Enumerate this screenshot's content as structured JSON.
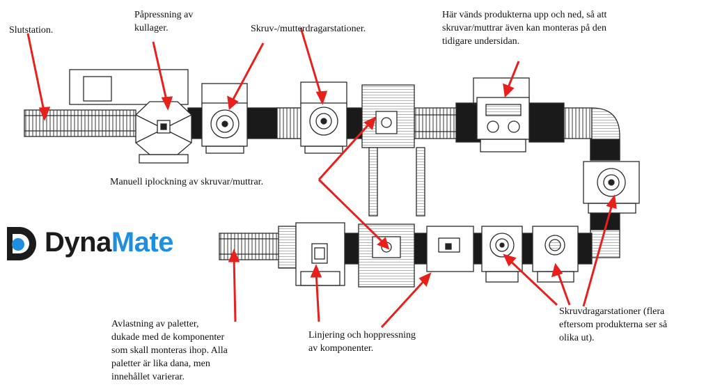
{
  "logo": {
    "part1": "Dyna",
    "part2": "Mate",
    "color_dark": "#1b1b1b",
    "color_accent": "#1f8ee0"
  },
  "labels": {
    "slutstation": "Slutstation.",
    "papressning": "Påpressning av\nkullager.",
    "skruv_mutter": "Skruv-/mutterdragarstationer.",
    "vands": "Här vänds produkterna upp och ned, så att\nskruvar/muttrar även kan monteras på den\ntidigare undersidan.",
    "manuell": "Manuell iplockning av skruvar/muttrar.",
    "avlastning": "Avlastning av paletter,\ndukade med de komponenter\nsom skall monteras ihop. Alla\npaletter är lika dana, men\ninnehållet varierar.",
    "linjering": "Linjering och hoppressning\nav komponenter.",
    "skruvdragar": "Skruvdragarstationer (flera\neftersom produkterna ser så\nolika ut)."
  },
  "colors": {
    "arrow": "#e8201c",
    "line": "#2a2a2a",
    "belt": "#1a1a1a"
  }
}
